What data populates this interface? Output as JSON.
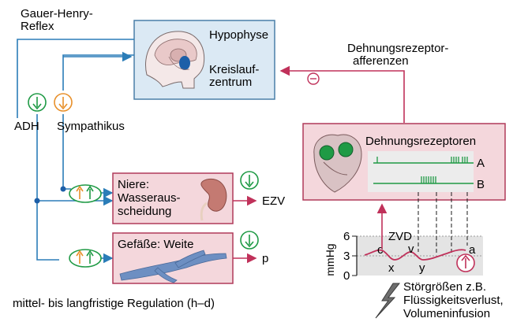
{
  "labels": {
    "reflex_line1": "Gauer-Henry-",
    "reflex_line2": "Reflex",
    "hypophyse": "Hypophyse",
    "kreislauf_line1": "Kreislauf-",
    "kreislauf_line2": "zentrum",
    "afferenzen_line1": "Dehnungsrezeptor-",
    "afferenzen_line2": "afferenzen",
    "adh": "ADH",
    "sympathikus": "Sympathikus",
    "dehnungsrezeptoren": "Dehnungsrezeptoren",
    "trace_a": "A",
    "trace_b": "B",
    "niere_line1": "Niere:",
    "niere_line2": "Wasseraus-",
    "niere_line3": "scheidung",
    "ezv": "EZV",
    "gefaesse": "Gefäße: Weite",
    "p": "p",
    "caption": "mittel- bis langfristige Regulation (h–d)",
    "unit": "mmHg",
    "tick_6": "6",
    "tick_3": "3",
    "tick_0": "0",
    "zvd": "ZVD",
    "wave_c": "c",
    "wave_v": "v",
    "wave_a": "a",
    "wave_x": "x",
    "wave_y": "y",
    "stoer_line1": "Störgrößen z.B.",
    "stoer_line2": "Flüssigkeitsverlust,",
    "stoer_line3": "Volumeninfusion"
  },
  "colors": {
    "box_blue_fill": "#dbe9f4",
    "box_blue_stroke": "#4a7fa8",
    "box_pink_fill": "#f4d7dc",
    "box_pink_stroke": "#b03a5a",
    "line_blue": "#2b7db8",
    "line_red": "#c0315a",
    "green": "#1f9a45",
    "orange": "#e8902a",
    "kidney": "#c47a72",
    "vessel": "#6d8fc2"
  },
  "icons": [
    "brain-icon",
    "kidney-icon",
    "vessel-icon",
    "heart-icon",
    "lightning-icon"
  ]
}
